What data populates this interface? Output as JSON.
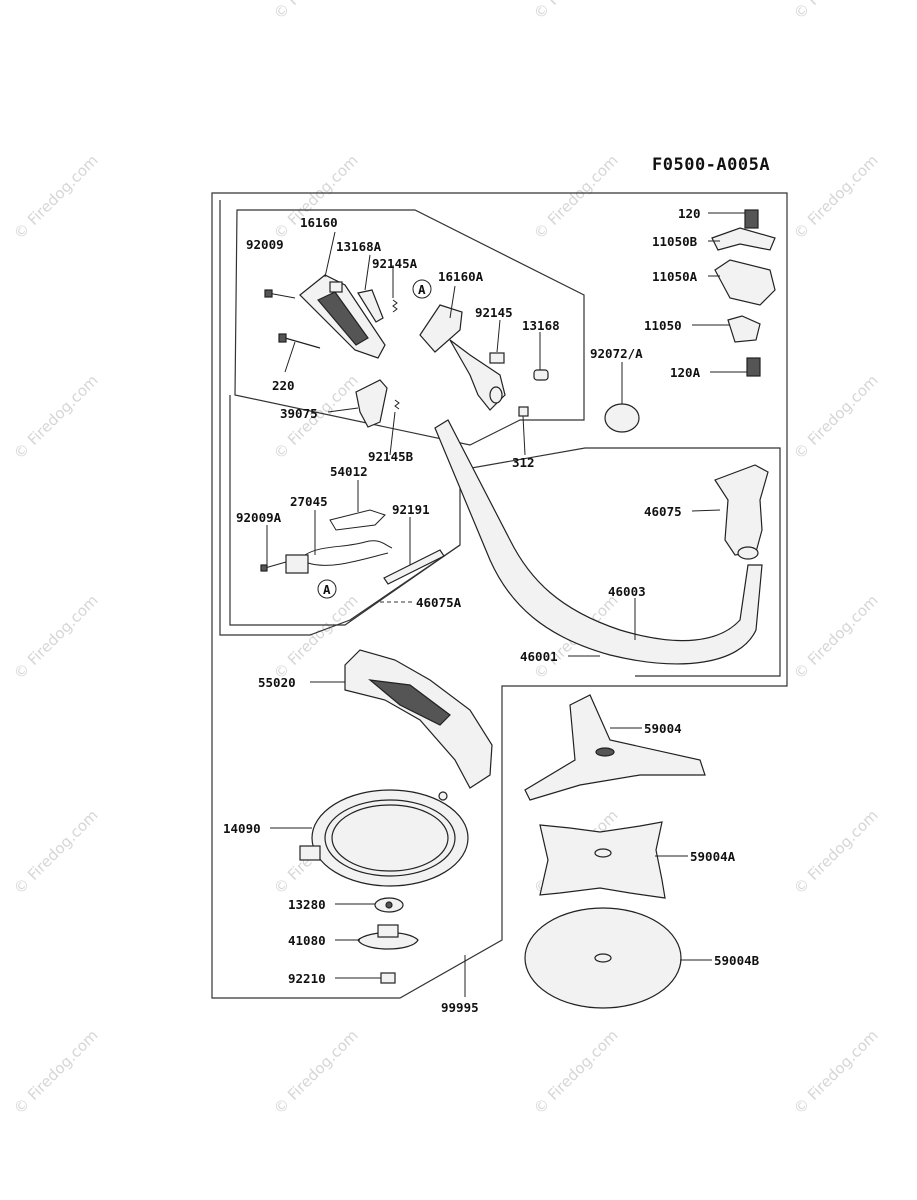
{
  "diagram_code": "F0500-A005A",
  "watermark": "© Firedog.com",
  "callout_marker": "A",
  "parts": [
    {
      "id": "16160",
      "label": "16160"
    },
    {
      "id": "92009",
      "label": "92009"
    },
    {
      "id": "13168A",
      "label": "13168A"
    },
    {
      "id": "92145A",
      "label": "92145A"
    },
    {
      "id": "16160A",
      "label": "16160A"
    },
    {
      "id": "92145",
      "label": "92145"
    },
    {
      "id": "13168",
      "label": "13168"
    },
    {
      "id": "220",
      "label": "220"
    },
    {
      "id": "39075",
      "label": "39075"
    },
    {
      "id": "92145B",
      "label": "92145B"
    },
    {
      "id": "312",
      "label": "312"
    },
    {
      "id": "54012",
      "label": "54012"
    },
    {
      "id": "27045",
      "label": "27045"
    },
    {
      "id": "92009A",
      "label": "92009A"
    },
    {
      "id": "92191",
      "label": "92191"
    },
    {
      "id": "46075A",
      "label": "46075A"
    },
    {
      "id": "120",
      "label": "120"
    },
    {
      "id": "11050B",
      "label": "11050B"
    },
    {
      "id": "11050A",
      "label": "11050A"
    },
    {
      "id": "11050",
      "label": "11050"
    },
    {
      "id": "92072",
      "label": "92072/A"
    },
    {
      "id": "120A",
      "label": "120A"
    },
    {
      "id": "46075",
      "label": "46075"
    },
    {
      "id": "46003",
      "label": "46003"
    },
    {
      "id": "46001",
      "label": "46001"
    },
    {
      "id": "55020",
      "label": "55020"
    },
    {
      "id": "14090",
      "label": "14090"
    },
    {
      "id": "13280",
      "label": "13280"
    },
    {
      "id": "41080",
      "label": "41080"
    },
    {
      "id": "92210",
      "label": "92210"
    },
    {
      "id": "99995",
      "label": "99995"
    },
    {
      "id": "59004",
      "label": "59004"
    },
    {
      "id": "59004A",
      "label": "59004A"
    },
    {
      "id": "59004B",
      "label": "59004B"
    }
  ]
}
